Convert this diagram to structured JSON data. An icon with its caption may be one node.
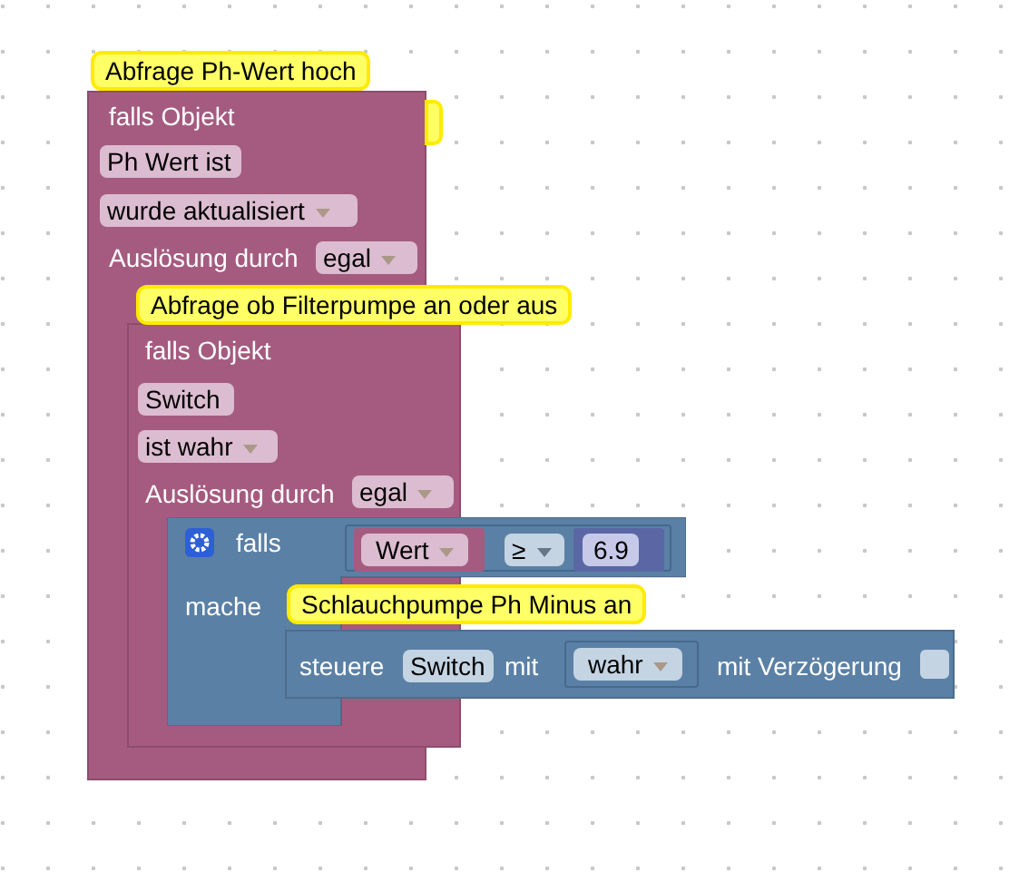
{
  "diagram": {
    "nodes": [
      {
        "text": [
          "Abfrage Ph-Wert hoch",
          "falls Objekt",
          "Auslösung durch"
        ]
      },
      {
        "text": [
          "Ph Wert ist"
        ],
        "in": 0
      },
      {
        "text": [
          "wurde aktualisiert"
        ],
        "in": 0
      },
      {
        "text": [
          "egal"
        ],
        "in": 0
      },
      {
        "text": [
          "Abfrage ob Filterpumpe an oder aus",
          "falls Objekt",
          "Auslösung durch"
        ],
        "in": 0
      },
      {
        "text": [
          "Switch"
        ],
        "in": 4
      },
      {
        "text": [
          "ist wahr"
        ],
        "in": 4
      },
      {
        "text": [
          "egal"
        ],
        "in": 4
      },
      {
        "text": [
          "falls",
          "mache"
        ]
      },
      {
        "text": [],
        "shape": "box",
        "in": 8
      },
      {
        "text": [
          "Wert"
        ],
        "in": 9
      },
      {
        "text": [
          "≥"
        ],
        "in": 9
      },
      {
        "text": [
          "6.9"
        ],
        "in": 9
      },
      {
        "text": [
          "Schlauchpumpe Ph Minus an",
          "steuere",
          "mit",
          "mit Verzögerung"
        ]
      },
      {
        "text": [
          "Switch"
        ],
        "in": 13
      },
      {
        "text": [
          "wahr"
        ],
        "in": 13
      }
    ]
  }
}
